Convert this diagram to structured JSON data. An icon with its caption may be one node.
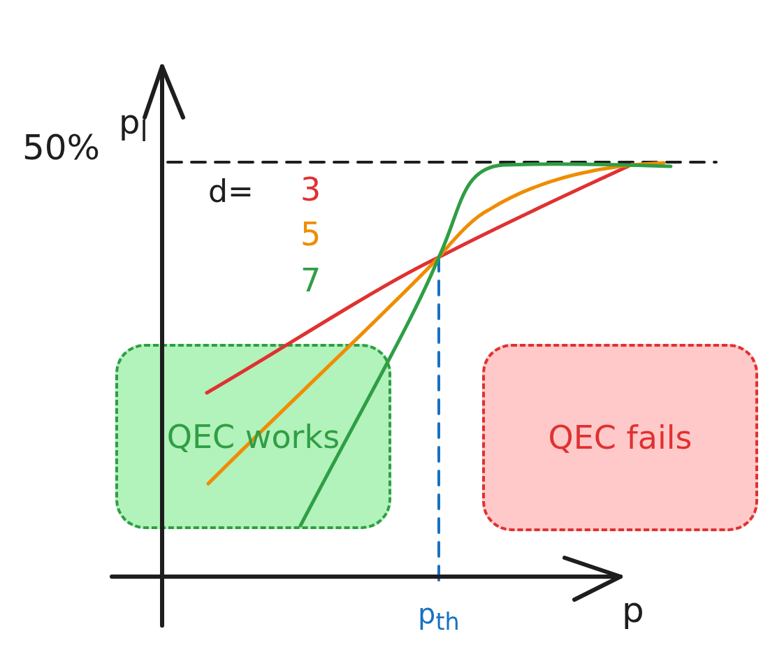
{
  "diagram": {
    "nodes": [
      {
        "text": [
          "QEC works"
        ]
      },
      {
        "text": [
          "QEC fails"
        ]
      }
    ],
    "labels": [
      "p$_{l}$",
      "50%",
      "d=",
      "3",
      "5",
      "7",
      "p$_{th}$",
      "p"
    ]
  }
}
